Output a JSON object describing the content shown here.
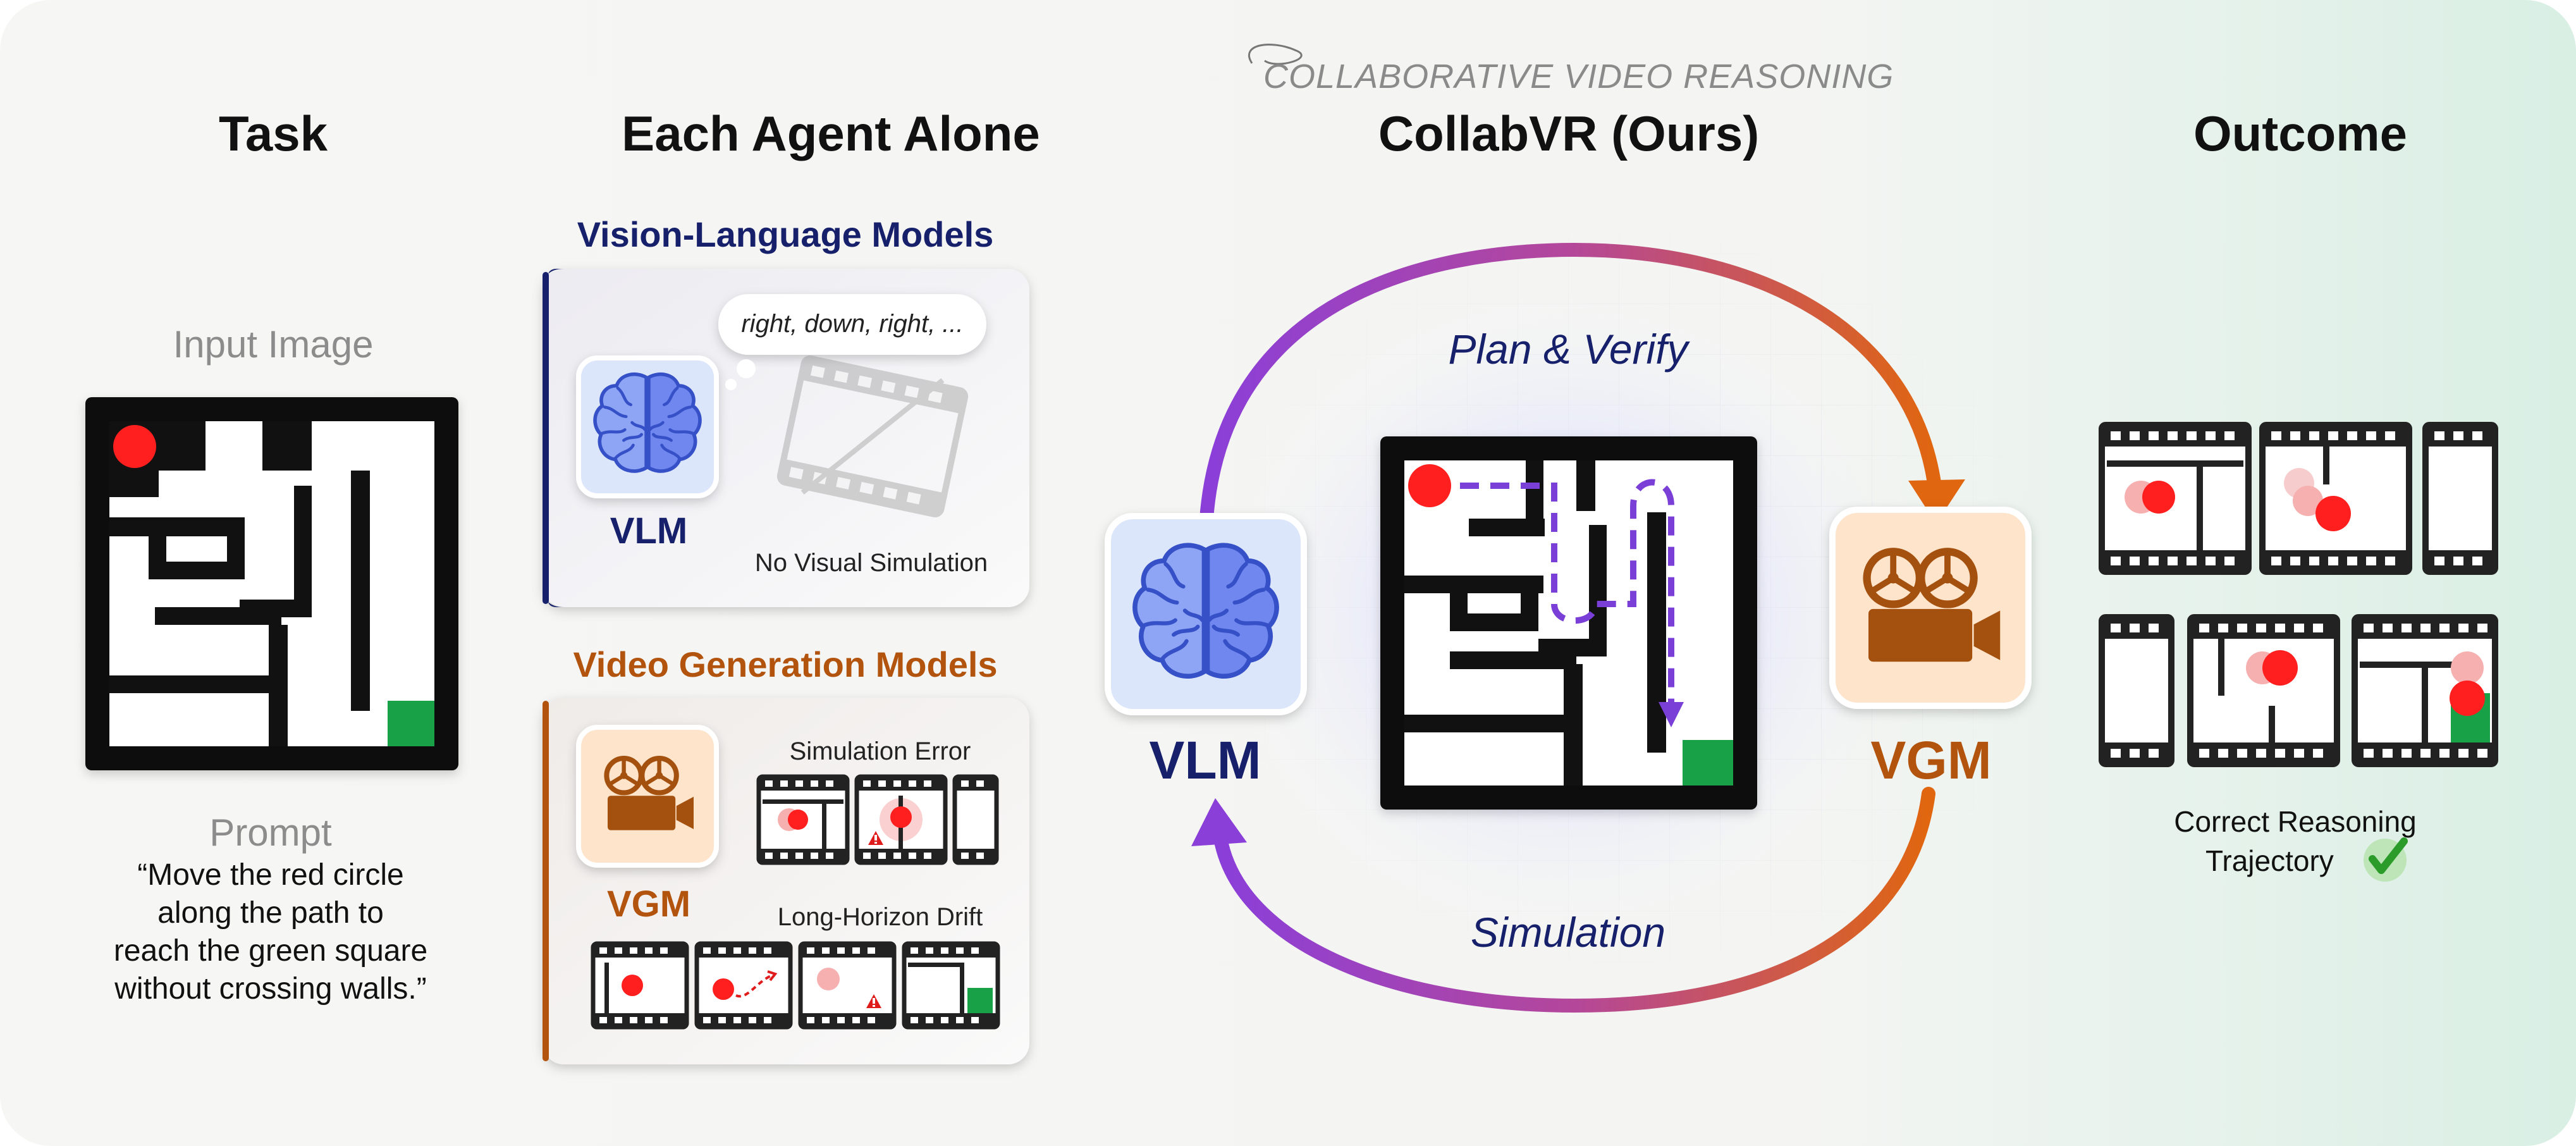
{
  "tagline": "COLLABORATIVE VIDEO REASONING",
  "headers": {
    "task": "Task",
    "alone": "Each Agent Alone",
    "collab": "CollabVR (Ours)",
    "outcome": "Outcome"
  },
  "task": {
    "input_label": "Input Image",
    "prompt_label": "Prompt",
    "prompt_lines": [
      "“Move the red circle",
      "along the path to",
      "reach the green square",
      "without crossing walls.”"
    ]
  },
  "vlm_panel": {
    "title": "Vision-Language Models",
    "speech": "right, down, right, ...",
    "agent": "VLM",
    "caption": "No Visual Simulation"
  },
  "vgm_panel": {
    "title": "Video Generation Models",
    "agent": "VGM",
    "sim_error": "Simulation Error",
    "drift": "Long-Horizon Drift"
  },
  "collab": {
    "plan_verify": "Plan & Verify",
    "simulation": "Simulation",
    "vlm": "VLM",
    "vgm": "VGM"
  },
  "outcome": {
    "caption_line1": "Correct Reasoning",
    "caption_line2": "Trajectory"
  },
  "icons": {
    "vlm": "brain-icon",
    "vgm": "video-camera-icon",
    "film": "film-strip-icon",
    "check": "check-circle-icon",
    "warning": "warning-icon"
  },
  "colors": {
    "navy": "#16206b",
    "orange": "#b2540e",
    "arrow_purple": "#8b3fd9",
    "arrow_orange": "#e0660f",
    "red": "#ff1f1f",
    "green": "#18a146",
    "brain_blue": "#7d96f2"
  }
}
